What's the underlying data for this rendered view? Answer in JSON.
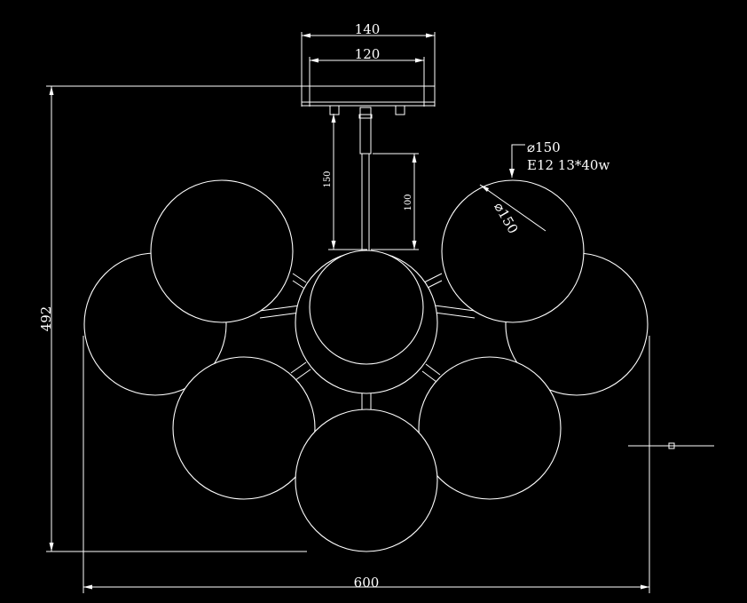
{
  "drawing": {
    "dimensions": {
      "canopy_width": "140",
      "canopy_inner": "120",
      "overall_height": "492",
      "overall_width": "600",
      "stem_length": "150",
      "rod_length": "100",
      "globe_diameter": "⌀150"
    },
    "callout": {
      "diameter": "⌀150",
      "spec": "E12 13*40w"
    }
  }
}
